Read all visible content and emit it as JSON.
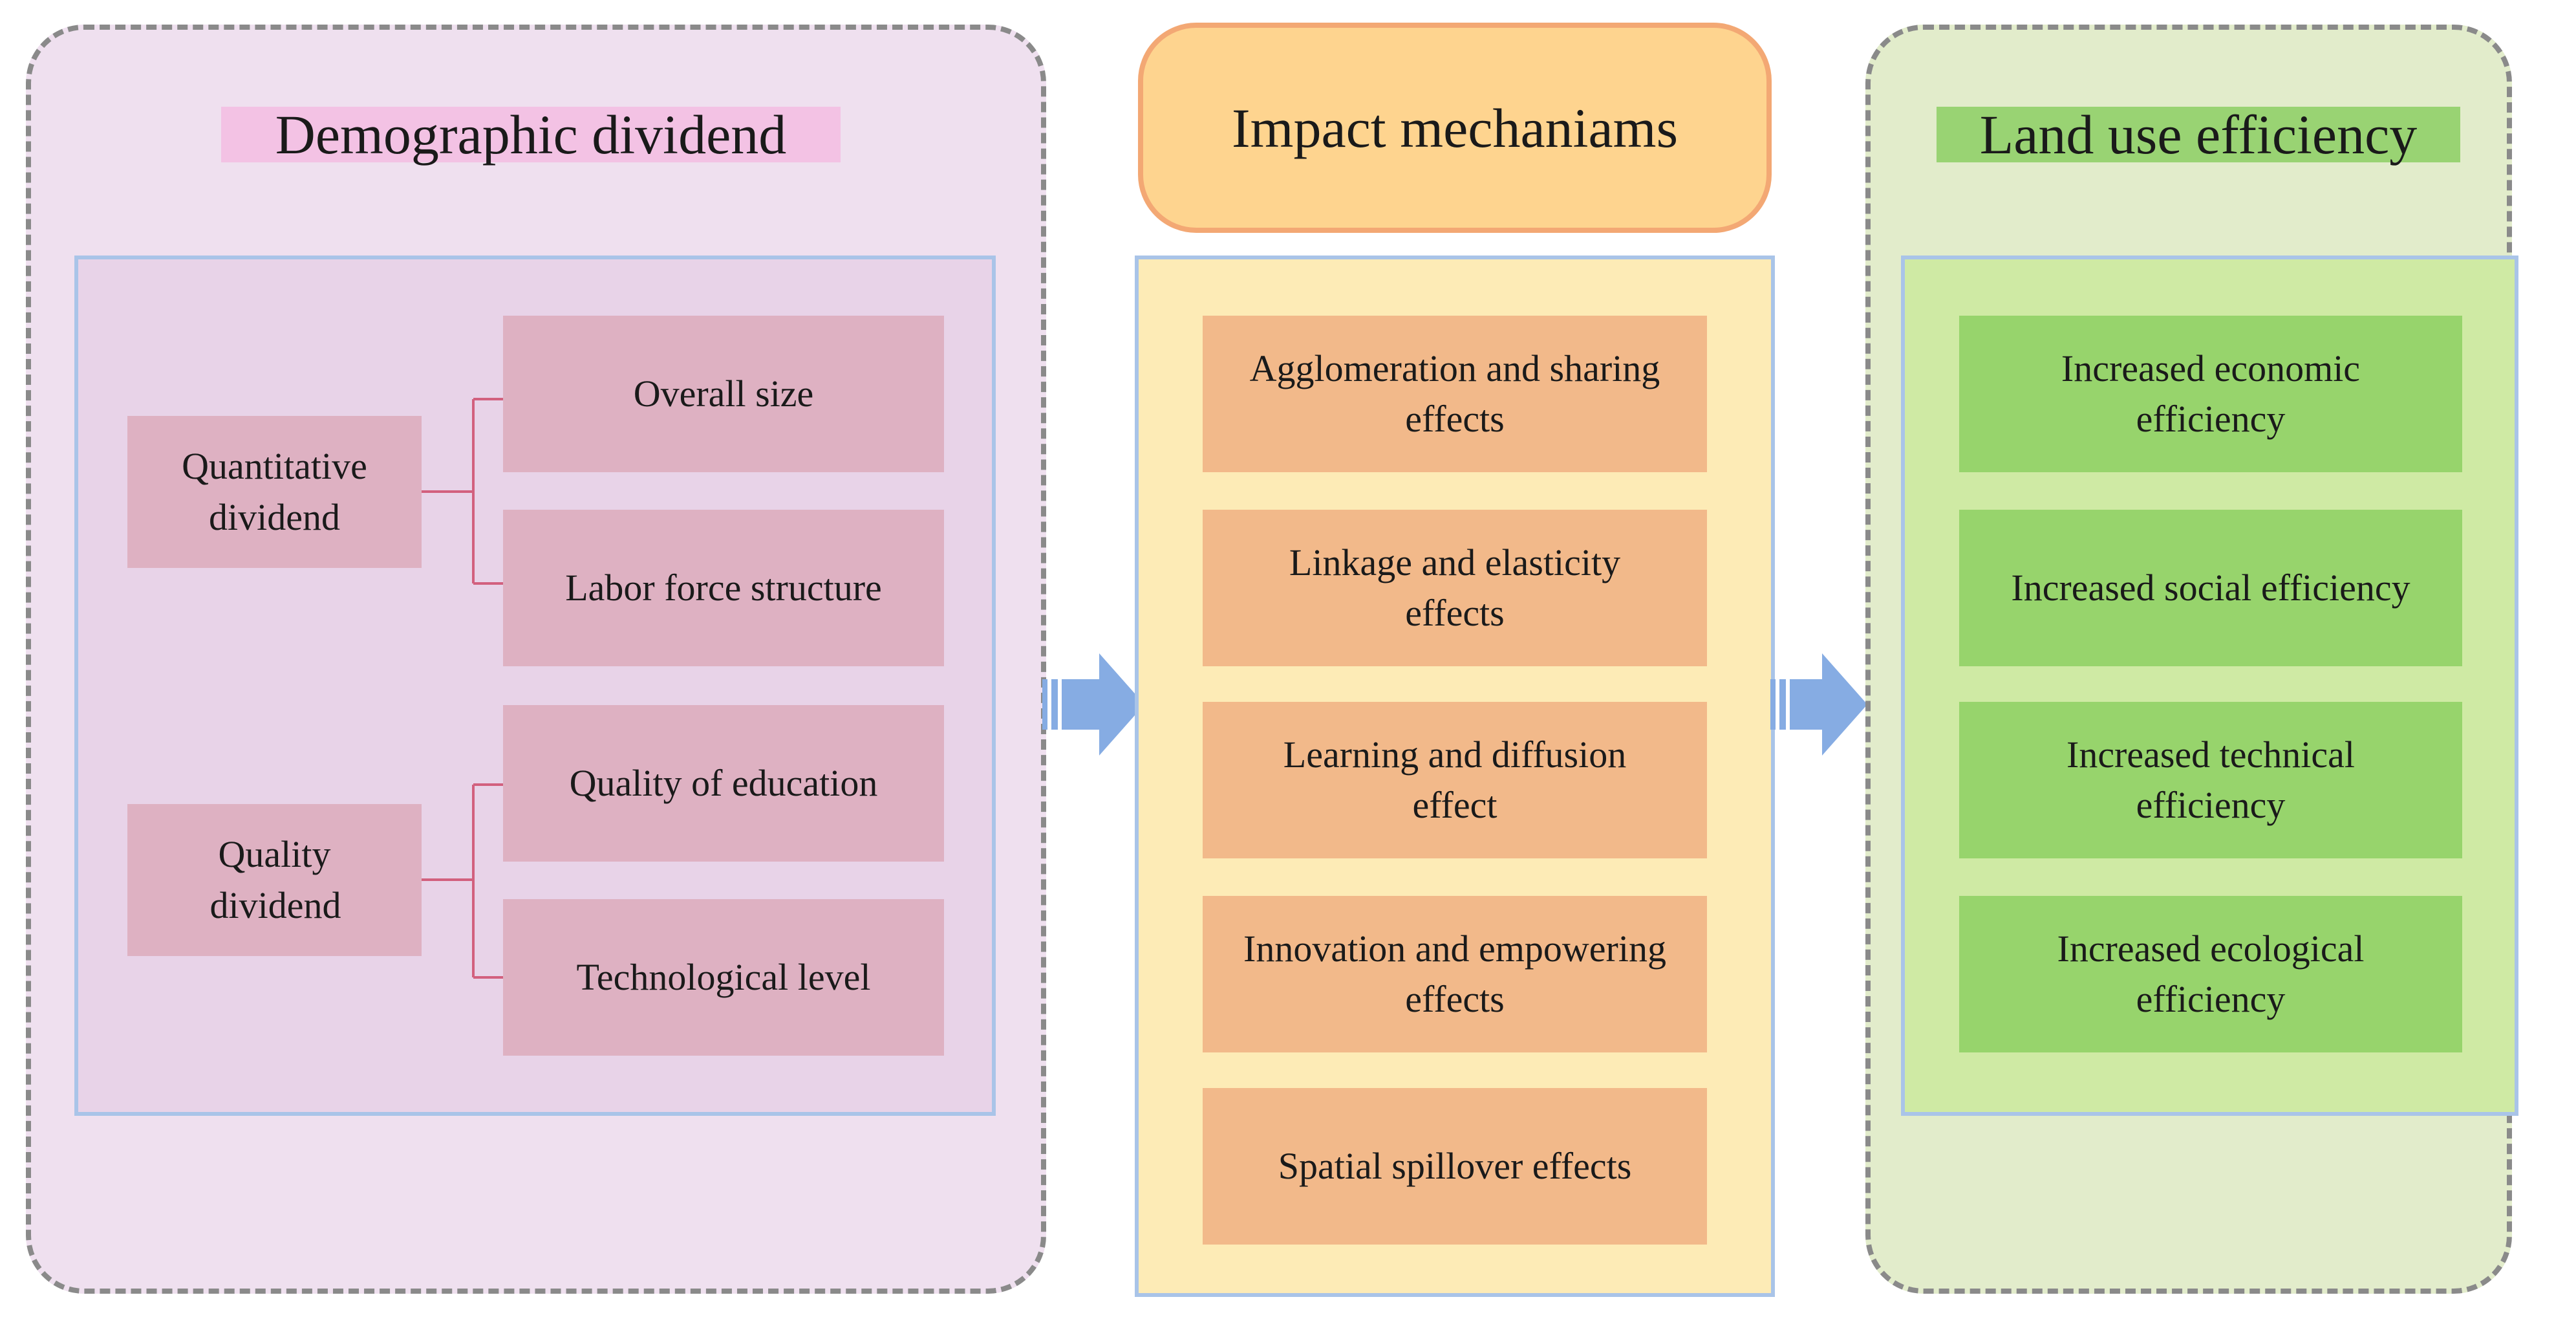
{
  "colors": {
    "left_panel_bg": "#efe0ef",
    "left_inner_bg": "#e8d3e8",
    "left_title_highlight": "#f3c2e4",
    "left_box_bg": "#deb1c2",
    "left_connector": "#d2607e",
    "mid_title_bg": "#fed48f",
    "mid_title_border": "#f3a874",
    "mid_inner_bg": "#fdebb6",
    "mid_box_bg": "#f2b98a",
    "right_panel_bg": "#e2eccb",
    "right_title_highlight": "#99d373",
    "right_inner_bg": "#cfeaa4",
    "right_box_bg": "#97d46c",
    "arrow": "#86ace3",
    "inner_border": "#a9c4e8",
    "panel_border": "#8a8a8a"
  },
  "left": {
    "title": "Demographic dividend",
    "groups": [
      {
        "label": "Quantitative dividend",
        "items": [
          "Overall size",
          "Labor force structure"
        ]
      },
      {
        "label": "Quality dividend",
        "items": [
          "Quality of education",
          "Technological level"
        ]
      }
    ]
  },
  "middle": {
    "title": "Impact mechaniams",
    "items": [
      "Agglomeration and sharing effects",
      "Linkage and elasticity effects",
      "Learning and diffusion effect",
      "Innovation and empowering effects",
      "Spatial spillover effects"
    ]
  },
  "right": {
    "title": "Land use efficiency",
    "items": [
      "Increased economic efficiency",
      "Increased social efficiency",
      "Increased technical efficiency",
      "Increased ecological efficiency"
    ]
  }
}
